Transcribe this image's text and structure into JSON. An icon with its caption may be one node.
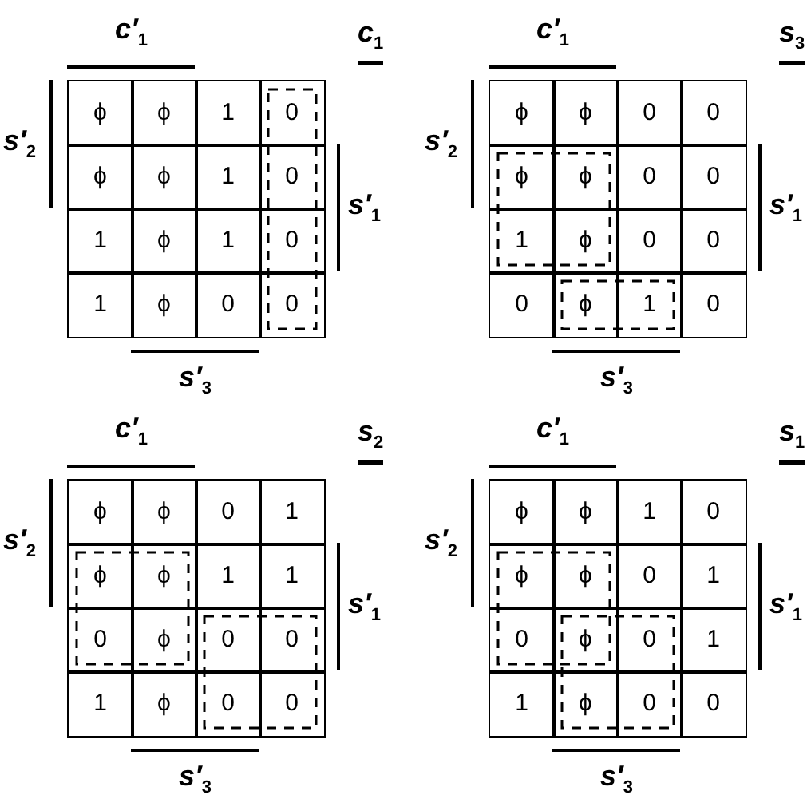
{
  "diagram": {
    "labels": [
      "c′$_{1}$",
      "c$_{1}$",
      "s′$_{2}$",
      "s′$_{1}$",
      "ϕ",
      "ϕ",
      "1",
      "0",
      "ϕ",
      "ϕ",
      "1",
      "0",
      "1",
      "ϕ",
      "1",
      "0",
      "1",
      "ϕ",
      "0",
      "0",
      "s′$_{3}$",
      "c′$_{1}$",
      "s$_{3}$",
      "s′$_{2}$",
      "s′$_{1}$",
      "ϕ",
      "ϕ",
      "0",
      "0",
      "ϕ",
      "ϕ",
      "0",
      "0",
      "1",
      "ϕ",
      "0",
      "0",
      "0",
      "ϕ",
      "1",
      "0",
      "s′$_{3}$",
      "c′$_{1}$",
      "s$_{2}$",
      "s′$_{2}$",
      "s′$_{1}$",
      "ϕ",
      "ϕ",
      "0",
      "1",
      "ϕ",
      "ϕ",
      "1",
      "1",
      "0",
      "ϕ",
      "0",
      "0",
      "1",
      "ϕ",
      "0",
      "0",
      "s′$_{3}$",
      "c′$_{1}$",
      "s$_{1}$",
      "s′$_{2}$",
      "s′$_{1}$",
      "ϕ",
      "ϕ",
      "1",
      "0",
      "ϕ",
      "ϕ",
      "0",
      "1",
      "0",
      "ϕ",
      "0",
      "1",
      "1",
      "ϕ",
      "0",
      "0",
      "s′$_{3}$"
    ]
  }
}
